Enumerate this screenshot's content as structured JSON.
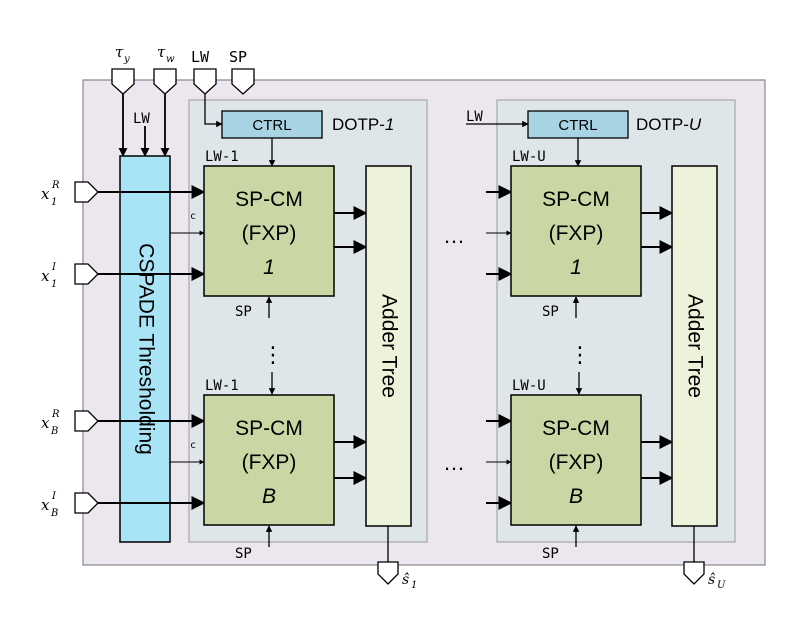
{
  "colors": {
    "outer_bg": "#ece6ee",
    "dotp_bg": "#dfe6ea",
    "ctrl": "#a7d3e3",
    "thresholding": "#a9e4f6",
    "spcm": "#c8d7a4",
    "adder": "#ecf3da",
    "line": "#000000"
  },
  "top_inputs": {
    "tau_y": "τ",
    "tau_y_sub": "y",
    "tau_w": "τ",
    "tau_w_sub": "w",
    "lw": "LW",
    "sp": "SP"
  },
  "threshold": {
    "lw_label": "LW",
    "label": "CSPADE Thresholding"
  },
  "inputs": {
    "x1r": "x",
    "x1r_sub": "1",
    "x1r_sup": "R",
    "x1i": "x",
    "x1i_sub": "1",
    "x1i_sup": "I",
    "xbr": "x",
    "xbr_sub": "B",
    "xbr_sup": "R",
    "xbi": "x",
    "xbi_sub": "B",
    "xbi_sup": "I"
  },
  "dotp1": {
    "ctrl": "CTRL",
    "title_prefix": "DOTP-",
    "title_index": "1",
    "lw_top": "LW-1",
    "lw_mid": "LW-1",
    "sp_top": "SP",
    "sp_bottom": "SP",
    "c_top": "c",
    "c_bottom": "c",
    "block_top": {
      "line1": "SP-CM",
      "line2": "(FXP)",
      "index": "1"
    },
    "block_bottom": {
      "line1": "SP-CM",
      "line2": "(FXP)",
      "index": "B"
    },
    "adder": "Adder Tree",
    "output": "ŝ",
    "output_sub": "1",
    "vdots": "⋮"
  },
  "dotpU": {
    "lw_in": "LW",
    "ctrl": "CTRL",
    "title_prefix": "DOTP-",
    "title_index": "U",
    "lw_top": "LW-U",
    "lw_mid": "LW-U",
    "sp_top": "SP",
    "sp_bottom": "SP",
    "block_top": {
      "line1": "SP-CM",
      "line2": "(FXP)",
      "index": "1"
    },
    "block_bottom": {
      "line1": "SP-CM",
      "line2": "(FXP)",
      "index": "B"
    },
    "adder": "Adder Tree",
    "output": "ŝ",
    "output_sub": "U",
    "vdots": "⋮"
  },
  "ellipsis_top": "…",
  "ellipsis_bottom": "…"
}
